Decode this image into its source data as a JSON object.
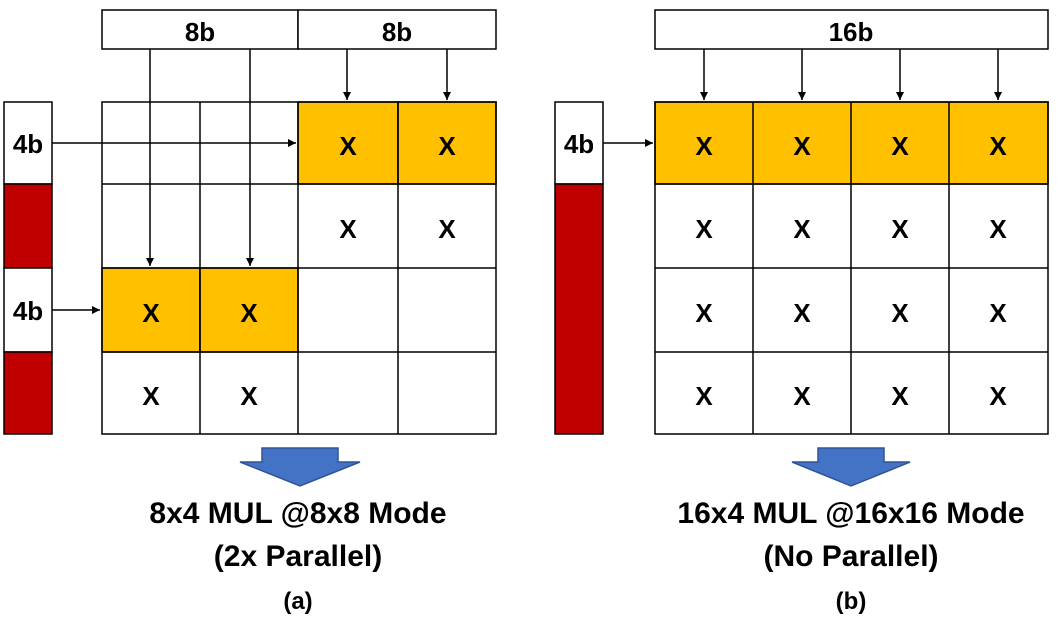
{
  "colors": {
    "highlight": "#FFC000",
    "sign": "#C00000",
    "arrow_fill": "#4472C4",
    "line": "#000000"
  },
  "panel_a": {
    "top_labels": [
      "8b",
      "8b"
    ],
    "side_labels": [
      "4b",
      "4b"
    ],
    "cell_mark": "X",
    "caption_line1": "8x4 MUL @8x8 Mode",
    "caption_line2": "(2x Parallel)",
    "caption_tag": "(a)"
  },
  "panel_b": {
    "top_label": "16b",
    "side_label": "4b",
    "cell_mark": "X",
    "caption_line1": "16x4 MUL @16x16 Mode",
    "caption_line2": "(No Parallel)",
    "caption_tag": "(b)"
  }
}
